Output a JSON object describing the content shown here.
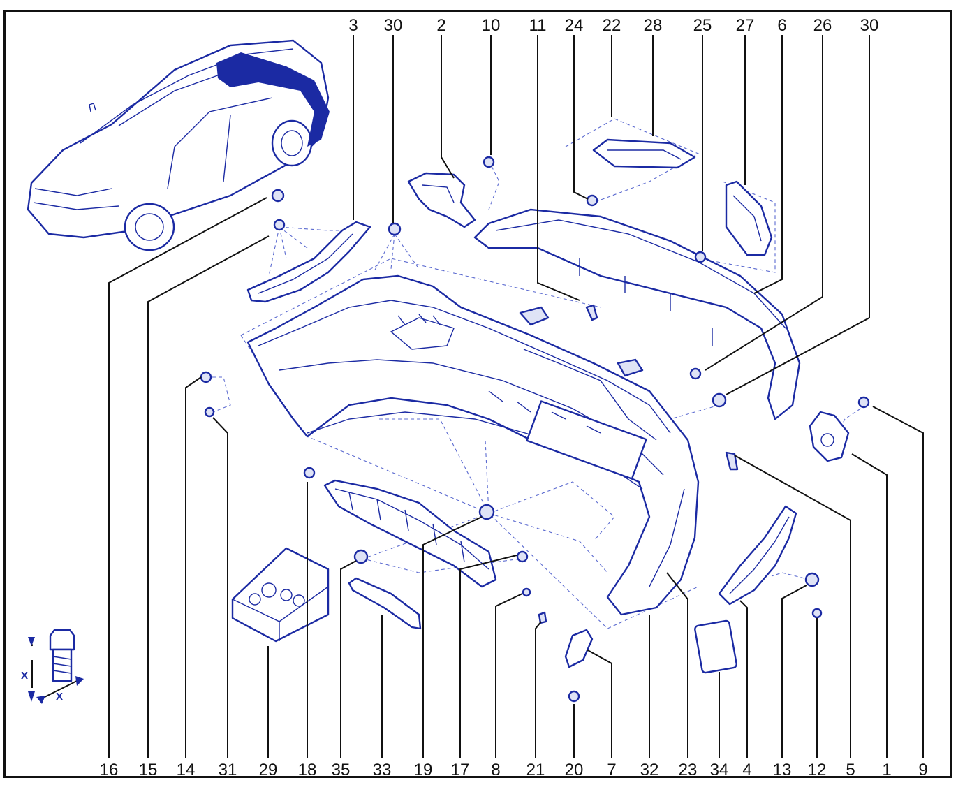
{
  "colors": {
    "line": "#1b2aa3",
    "frame": "#111111",
    "highlight": "#1b2aa3"
  },
  "labels_top": [
    "3",
    "30",
    "2",
    "10",
    "11",
    "24",
    "22",
    "28",
    "25",
    "27",
    "6",
    "26",
    "30"
  ],
  "labels_bottom": [
    "16",
    "15",
    "14",
    "31",
    "29",
    "18",
    "35",
    "33",
    "19",
    "17",
    "8",
    "21",
    "20",
    "7",
    "32",
    "23",
    "34",
    "4",
    "13",
    "12",
    "5",
    "1",
    "9"
  ],
  "tightening_symbol": {
    "axis_label_1": "X",
    "axis_label_2": "X"
  }
}
